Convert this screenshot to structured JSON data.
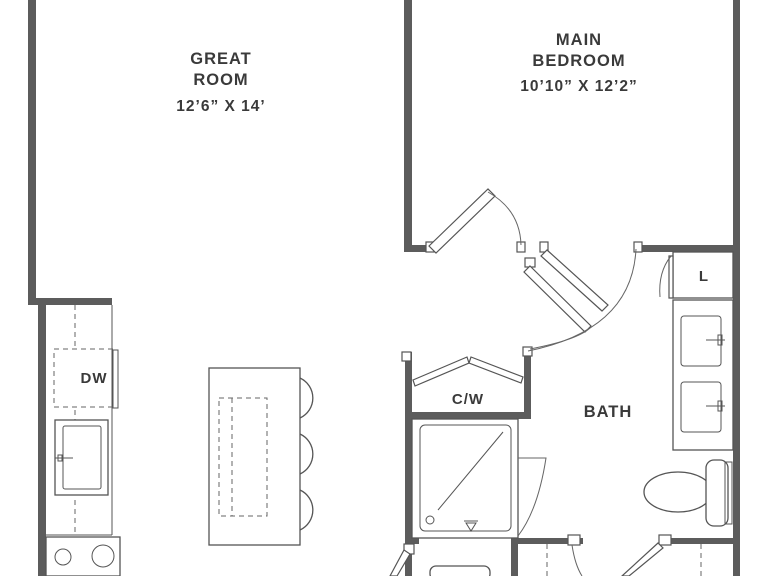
{
  "rooms": {
    "great_room": {
      "name_line1": "GREAT",
      "name_line2": "ROOM",
      "size": "12’6” X 14’"
    },
    "main_bedroom": {
      "name_line1": "MAIN",
      "name_line2": "BEDROOM",
      "size": "10’10” X 12’2”"
    },
    "bath": {
      "name": "BATH"
    },
    "closet_washer": {
      "name": "C/W"
    },
    "linen": {
      "name": "L"
    },
    "dishwasher": {
      "name": "DW"
    }
  }
}
